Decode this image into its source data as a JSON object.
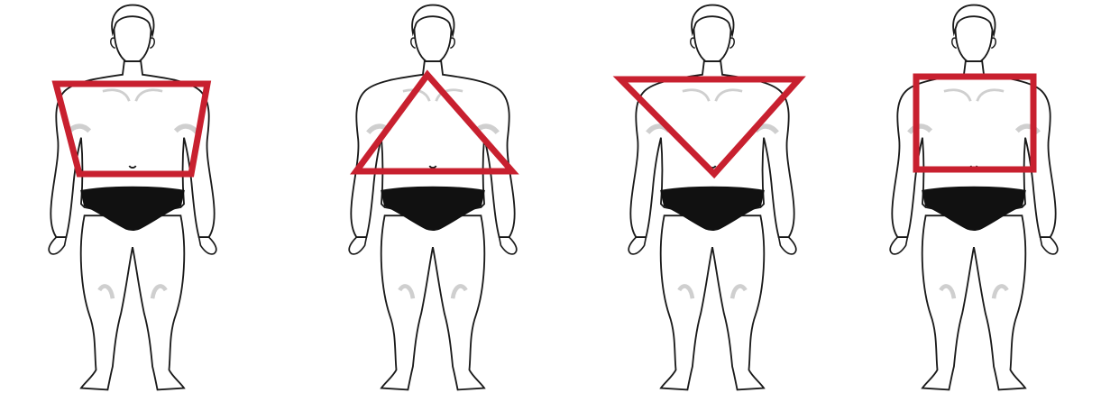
{
  "figures": [
    {
      "shape_name": "trapezoid-icon",
      "shape": "trapezoid"
    },
    {
      "shape_name": "triangle-icon",
      "shape": "triangle"
    },
    {
      "shape_name": "inverted-triangle-icon",
      "shape": "inverted-triangle"
    },
    {
      "shape_name": "rectangle-icon",
      "shape": "rectangle"
    }
  ],
  "colors": {
    "outline": "#1a1a1a",
    "shading": "#cfcfcf",
    "underwear": "#111111",
    "shape_stroke": "#c8202f",
    "background": "#ffffff"
  }
}
